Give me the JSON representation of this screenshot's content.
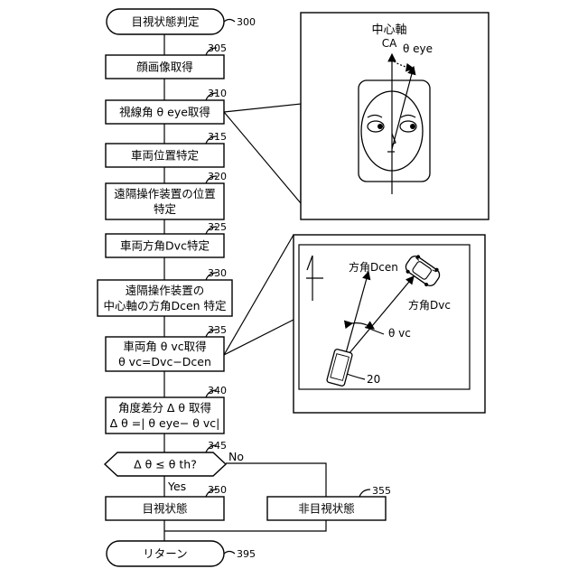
{
  "steps": {
    "start": "目視状態判定",
    "s305": "顔画像取得",
    "s310": "視線角 θ eye取得",
    "s315": "車両位置特定",
    "s320_l1": "遠隔操作装置の位置",
    "s320_l2": "特定",
    "s325": "車両方角Dvc特定",
    "s330_l1": "遠隔操作装置の",
    "s330_l2": "中心軸の方角Dcen  特定",
    "s335_l1": "車両角 θ vc取得",
    "s335_l2": "θ vc=Dvc−Dcen",
    "s340_l1": "角度差分 Δ θ 取得",
    "s340_l2": "Δ θ =| θ eye− θ vc|",
    "decision": "Δ θ ≤ θ th?",
    "yes": "Yes",
    "no": "No",
    "s350": "目視状態",
    "s355": "非目視状態",
    "end": "リターン"
  },
  "refs": {
    "r300": "300",
    "r305": "305",
    "r310": "310",
    "r315": "315",
    "r320": "320",
    "r325": "325",
    "r330": "330",
    "r335": "335",
    "r340": "340",
    "r345": "345",
    "r350": "350",
    "r355": "355",
    "r395": "395"
  },
  "face_panel": {
    "axis_label": "中心軸",
    "axis_code": "CA",
    "angle_label": "θ eye"
  },
  "vehicle_panel": {
    "dcen_label": "方角Dcen",
    "dvc_label": "方角Dvc",
    "angle_label": "θ vc",
    "device_ref": "20"
  }
}
